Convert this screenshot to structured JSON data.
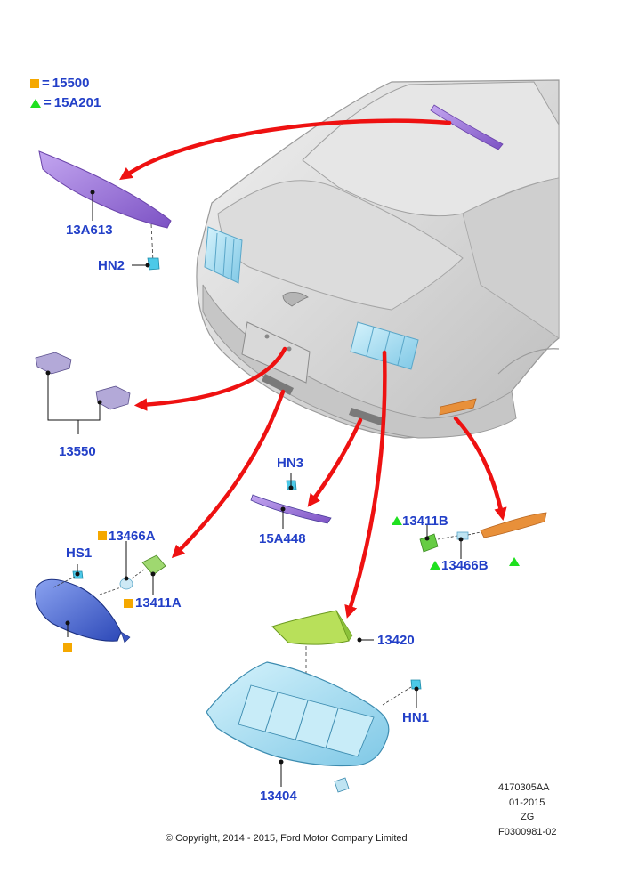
{
  "legend": {
    "square_code": "15500",
    "triangle_code": "15A201",
    "equals": "="
  },
  "parts": {
    "p13A613": "13A613",
    "hn2": "HN2",
    "p13550": "13550",
    "hn3": "HN3",
    "p15A448": "15A448",
    "p13411B": "13411B",
    "p13466B": "13466B",
    "p13466A": "13466A",
    "hs1": "HS1",
    "p13411A": "13411A",
    "p13420": "13420",
    "hn1": "HN1",
    "p13404": "13404"
  },
  "meta": {
    "ref1": "4170305AA",
    "date": "01-2015",
    "code": "ZG",
    "fig": "F0300981-02",
    "copyright": "© Copyright, 2014 - 2015, Ford Motor Company Limited"
  },
  "colors": {
    "label": "#2340c8",
    "arrow": "#ee1111",
    "square": "#f5a800",
    "triangle": "#1fe01f",
    "purple_part": "#9b6fd6",
    "blue_lamp": "#5577dd",
    "cyan_lamp": "#9fdcf2",
    "green_part": "#a8d84a",
    "orange_part": "#e8903a"
  }
}
